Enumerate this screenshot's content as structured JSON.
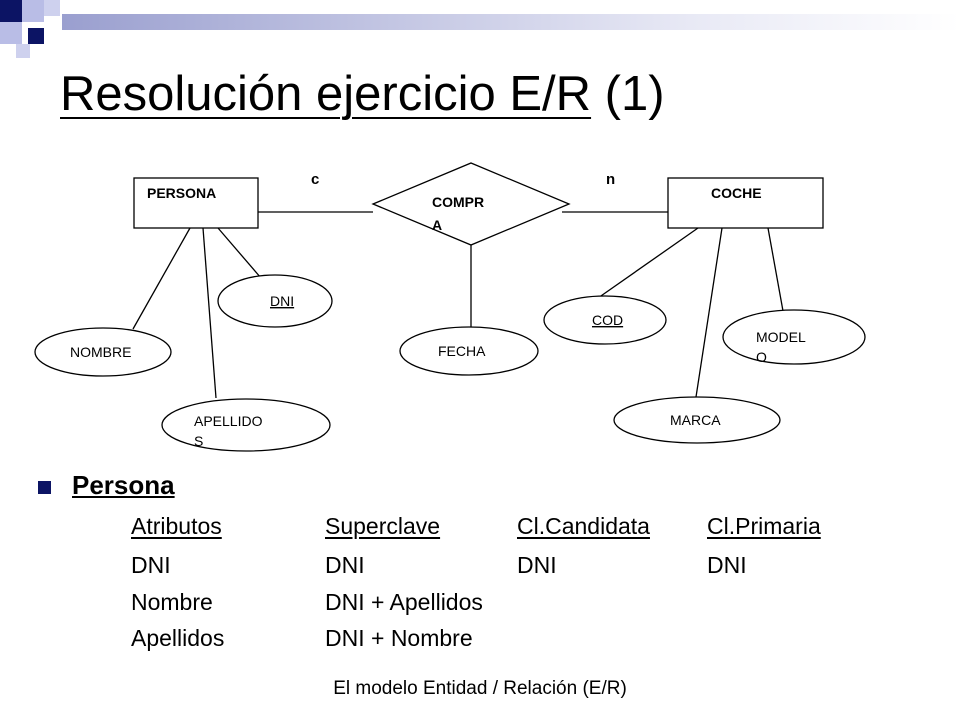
{
  "slide": {
    "title_main": "Resolución ejercicio E/R",
    "title_suffix": " (1)",
    "footer": "El modelo Entidad / Relación (E/R)"
  },
  "diagram": {
    "entities": {
      "persona": "PERSONA",
      "coche": "COCHE"
    },
    "relationship": {
      "line1": "COMPR",
      "line2": "A"
    },
    "cardinalities": {
      "left": "c",
      "right": "n"
    },
    "attributes": {
      "dni": "DNI",
      "nombre": "NOMBRE",
      "apellidos_line1": "APELLIDO",
      "apellidos_line2": "S",
      "fecha": "FECHA",
      "cod": "COD",
      "modelo_line1": "MODEL",
      "modelo_line2": "O",
      "marca": "MARCA"
    }
  },
  "section": {
    "label": "Persona",
    "headers": [
      "Atributos",
      "Superclave",
      "Cl.Candidata",
      "Cl.Primaria"
    ],
    "rows": [
      [
        "DNI",
        "DNI",
        "DNI",
        "DNI"
      ],
      [
        "Nombre",
        "DNI + Apellidos",
        "",
        ""
      ],
      [
        "Apellidos",
        "DNI + Nombre",
        "",
        ""
      ]
    ]
  }
}
